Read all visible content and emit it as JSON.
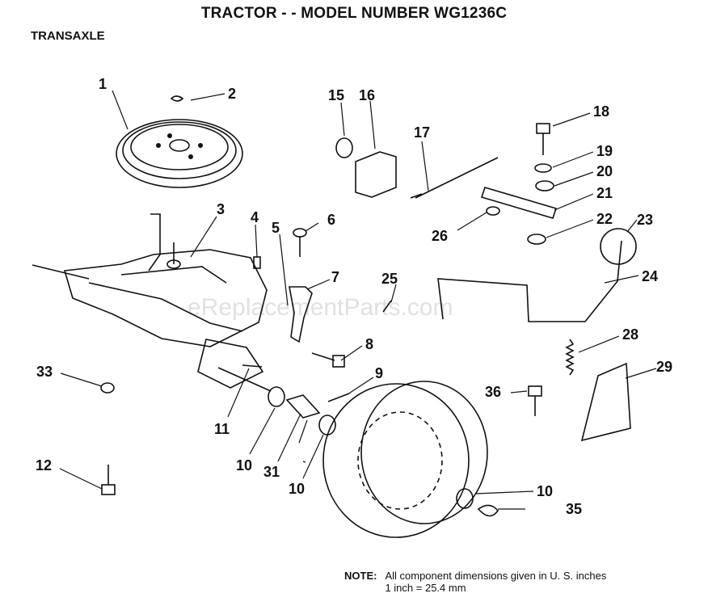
{
  "header": {
    "title": "TRACTOR - - MODEL NUMBER WG1236C",
    "section": "TRANSAXLE"
  },
  "watermark": "eReplacementParts.com",
  "callouts": [
    "1",
    "2",
    "3",
    "4",
    "5",
    "6",
    "7",
    "8",
    "9",
    "10",
    "10",
    "10",
    "11",
    "12",
    "15",
    "16",
    "17",
    "18",
    "19",
    "20",
    "21",
    "22",
    "23",
    "24",
    "25",
    "26",
    "28",
    "29",
    "31",
    "33",
    "35",
    "36"
  ],
  "note": {
    "label": "NOTE:",
    "line1": "All component dimensions given in U. S. inches",
    "line2": "1 inch = 25.4 mm"
  },
  "colors": {
    "ink": "#111111",
    "paper": "#ffffff",
    "watermark": "#c9c9c9"
  }
}
